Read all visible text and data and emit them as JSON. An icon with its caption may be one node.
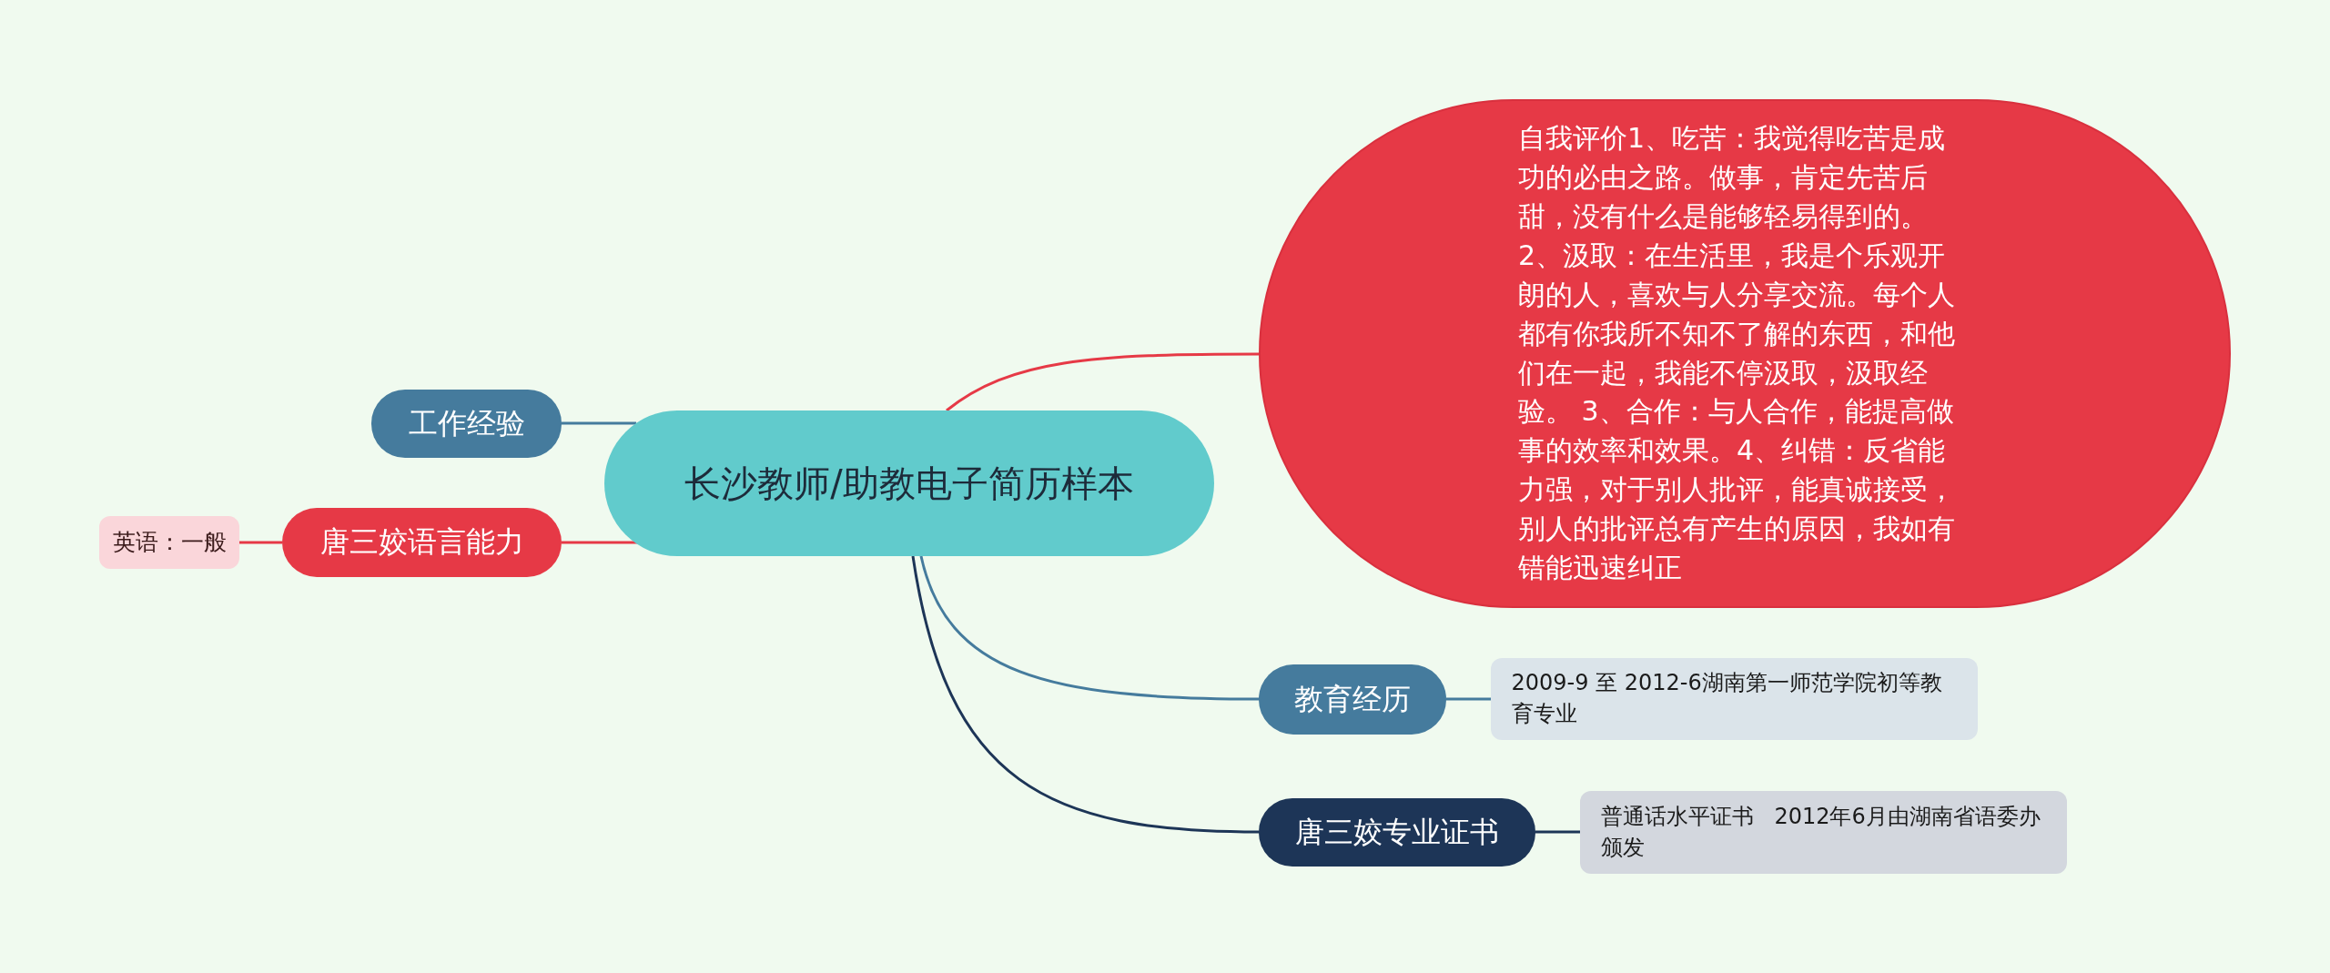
{
  "diagram": {
    "nodes": [
      {
        "text": [
          "长沙教师/助教电子简历样本"
        ]
      },
      {
        "text": [
          "工作经验"
        ]
      },
      {
        "text": [
          "唐三姣语言能力"
        ]
      },
      {
        "text": [
          "英语：一般"
        ]
      },
      {
        "text": [
          "自我评价1、吃苦：我觉得吃苦是成功的必由之路。做事，肯定先苦后甜，没有什么是能够轻易得到的。2、汲取：在生活里，我是个乐观开朗的人，喜欢与人分享交流。每个人都有你我所不知不了解的东西，和他们在一起，我能不停汲取，汲取经验。 3、合作：与人合作，能提高做事的效率和效果。4、纠错：反省能力强，对于别人批评，能真诚接受，别人的批评总有产生的原因，我如有错能迅速纠正"
        ]
      },
      {
        "text": [
          "教育经历"
        ]
      },
      {
        "text": [
          "2009-9 至 2012-6湖南第一师范学院初等教育专业"
        ]
      },
      {
        "text": [
          "唐三姣专业证书"
        ]
      },
      {
        "text": [
          "普通话水平证书   2012年6月由湖南省语委办颁发"
        ]
      }
    ],
    "edges": [
      {
        "from": 0,
        "to": 1,
        "arrow": "none",
        "color": "#457b9d"
      },
      {
        "from": 0,
        "to": 2,
        "arrow": "none",
        "color": "#e63946"
      },
      {
        "from": 2,
        "to": 3,
        "arrow": "none",
        "color": "#e63946"
      },
      {
        "from": 0,
        "to": 4,
        "arrow": "none",
        "color": "#e63946"
      },
      {
        "from": 0,
        "to": 5,
        "arrow": "none",
        "color": "#457b9d"
      },
      {
        "from": 5,
        "to": 6,
        "arrow": "none",
        "color": "#457b9d"
      },
      {
        "from": 0,
        "to": 7,
        "arrow": "none",
        "color": "#1d3557"
      },
      {
        "from": 7,
        "to": 8,
        "arrow": "none",
        "color": "#1d3557"
      }
    ]
  }
}
